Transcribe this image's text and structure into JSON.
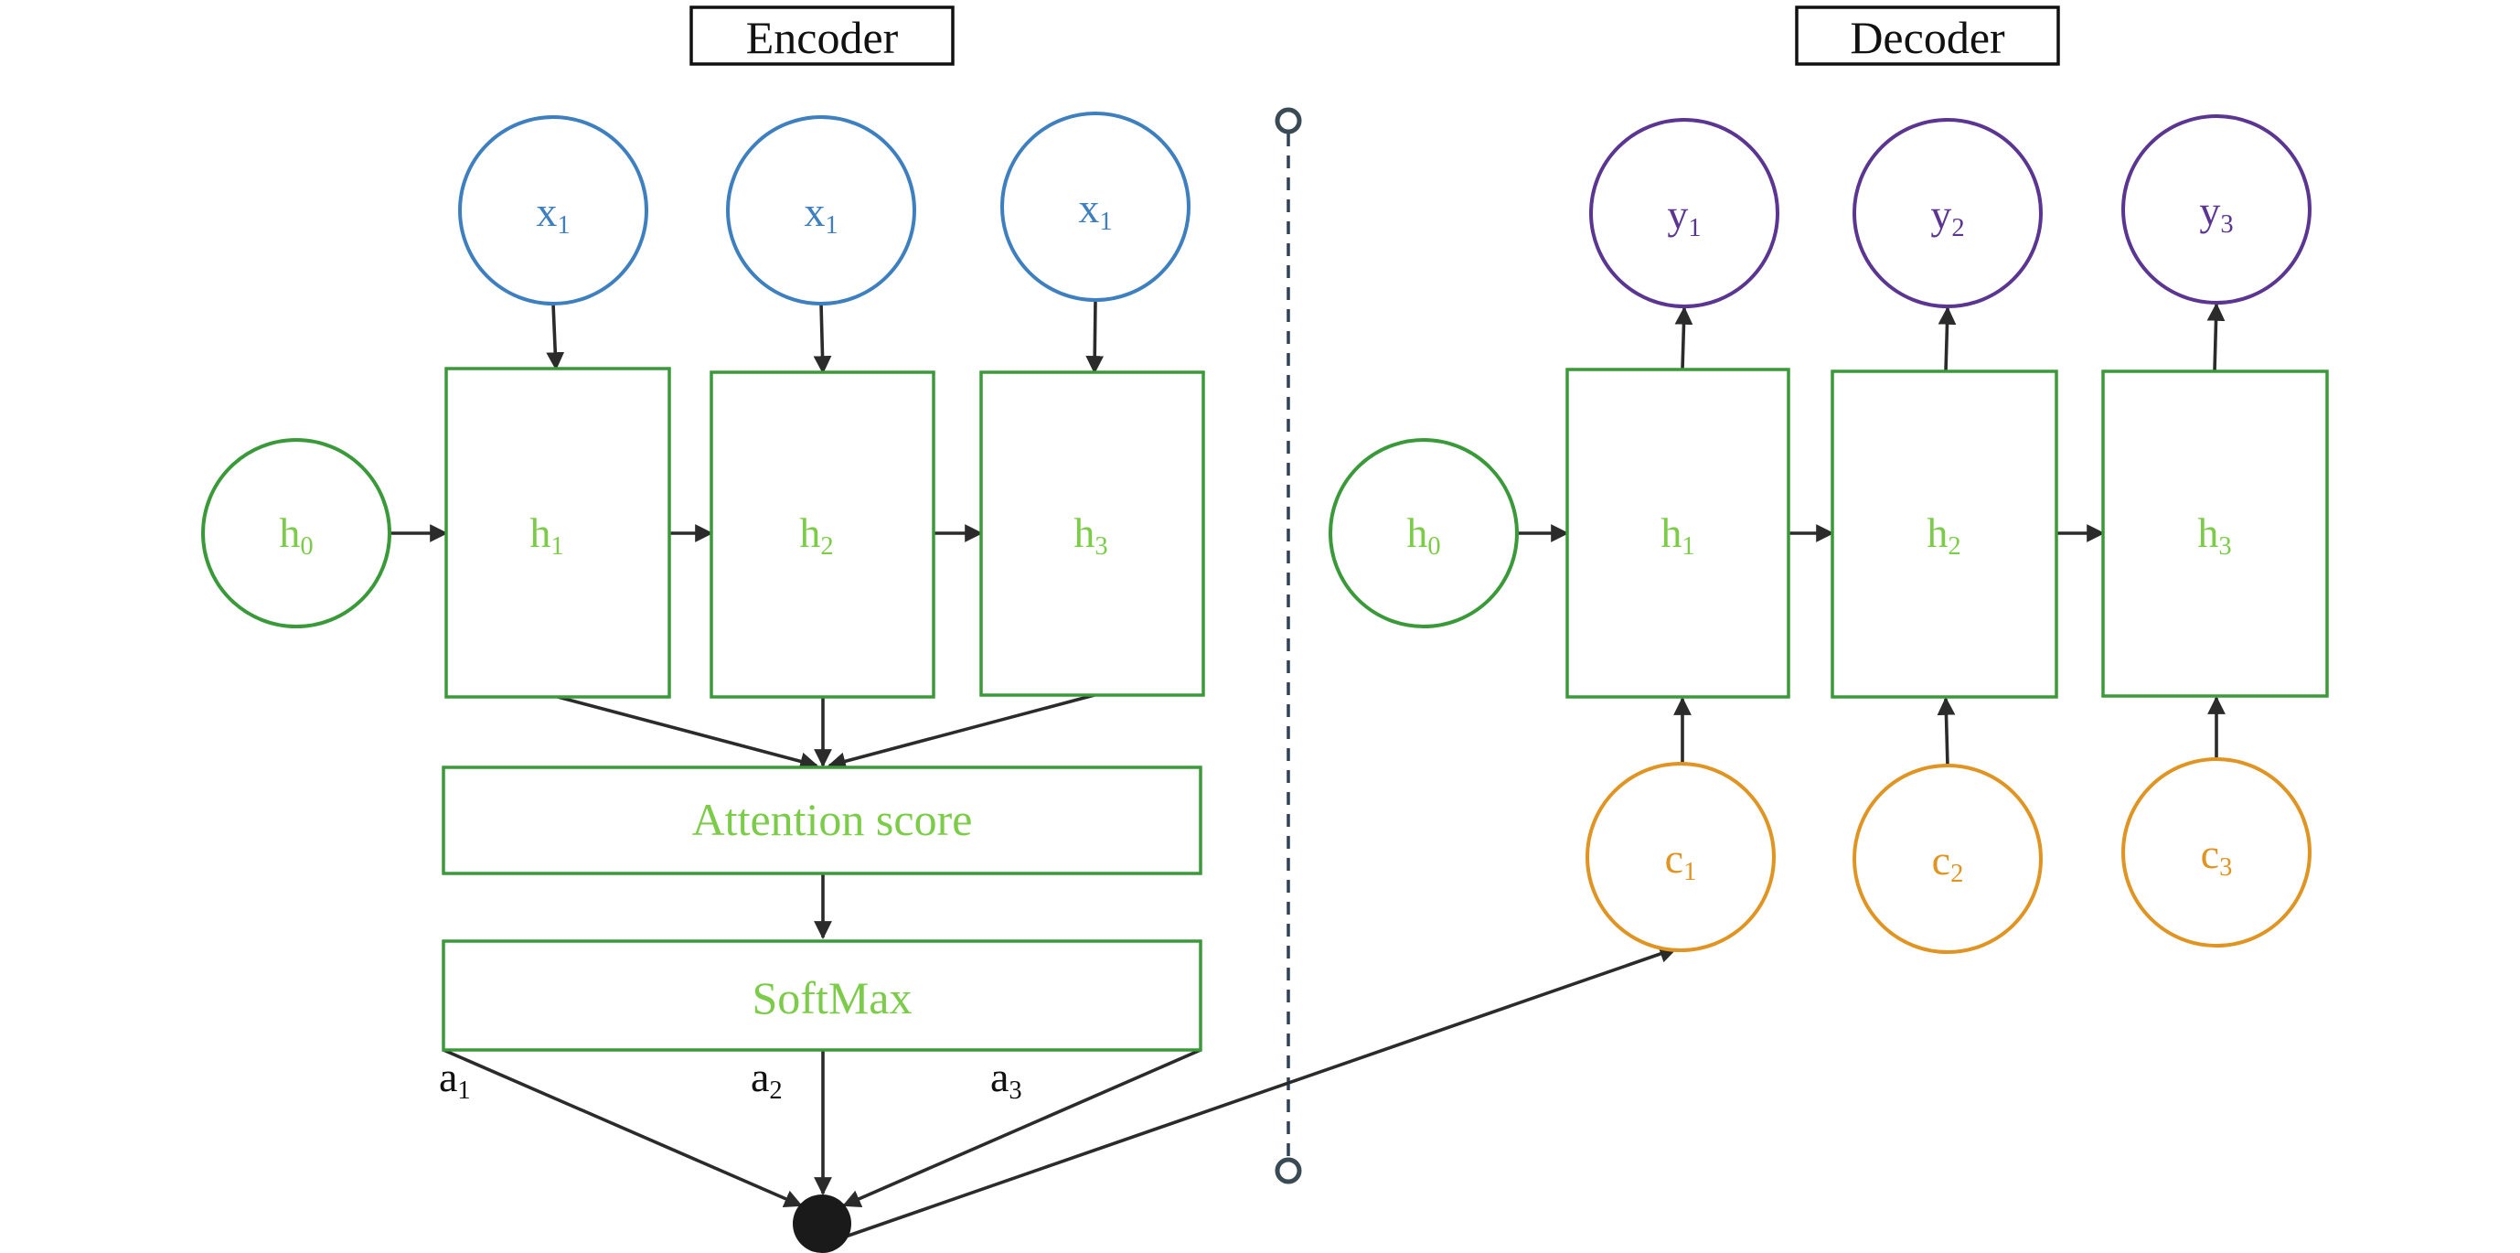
{
  "colors": {
    "green_stroke": "#3a9a3a",
    "green_text": "#7ccc4a",
    "blue": "#3e7fbf",
    "purple": "#5a3591",
    "orange": "#e09422",
    "black": "#1a1a1a",
    "dash": "#2f4157"
  },
  "encoder": {
    "title": "Encoder",
    "inputs": [
      {
        "base": "x",
        "sub": "1"
      },
      {
        "base": "x",
        "sub": "1"
      },
      {
        "base": "x",
        "sub": "1"
      }
    ],
    "h0": {
      "base": "h",
      "sub": "0"
    },
    "hidden": [
      {
        "base": "h",
        "sub": "1"
      },
      {
        "base": "h",
        "sub": "2"
      },
      {
        "base": "h",
        "sub": "3"
      }
    ],
    "attention_label": "Attention score",
    "softmax_label": "SoftMax",
    "weights": [
      {
        "base": "a",
        "sub": "1"
      },
      {
        "base": "a",
        "sub": "2"
      },
      {
        "base": "a",
        "sub": "3"
      }
    ]
  },
  "decoder": {
    "title": "Decoder",
    "outputs": [
      {
        "base": "y",
        "sub": "1"
      },
      {
        "base": "y",
        "sub": "2"
      },
      {
        "base": "y",
        "sub": "3"
      }
    ],
    "h0": {
      "base": "h",
      "sub": "0"
    },
    "hidden": [
      {
        "base": "h",
        "sub": "1"
      },
      {
        "base": "h",
        "sub": "2"
      },
      {
        "base": "h",
        "sub": "3"
      }
    ],
    "contexts": [
      {
        "base": "c",
        "sub": "1"
      },
      {
        "base": "c",
        "sub": "2"
      },
      {
        "base": "c",
        "sub": "3"
      }
    ]
  }
}
